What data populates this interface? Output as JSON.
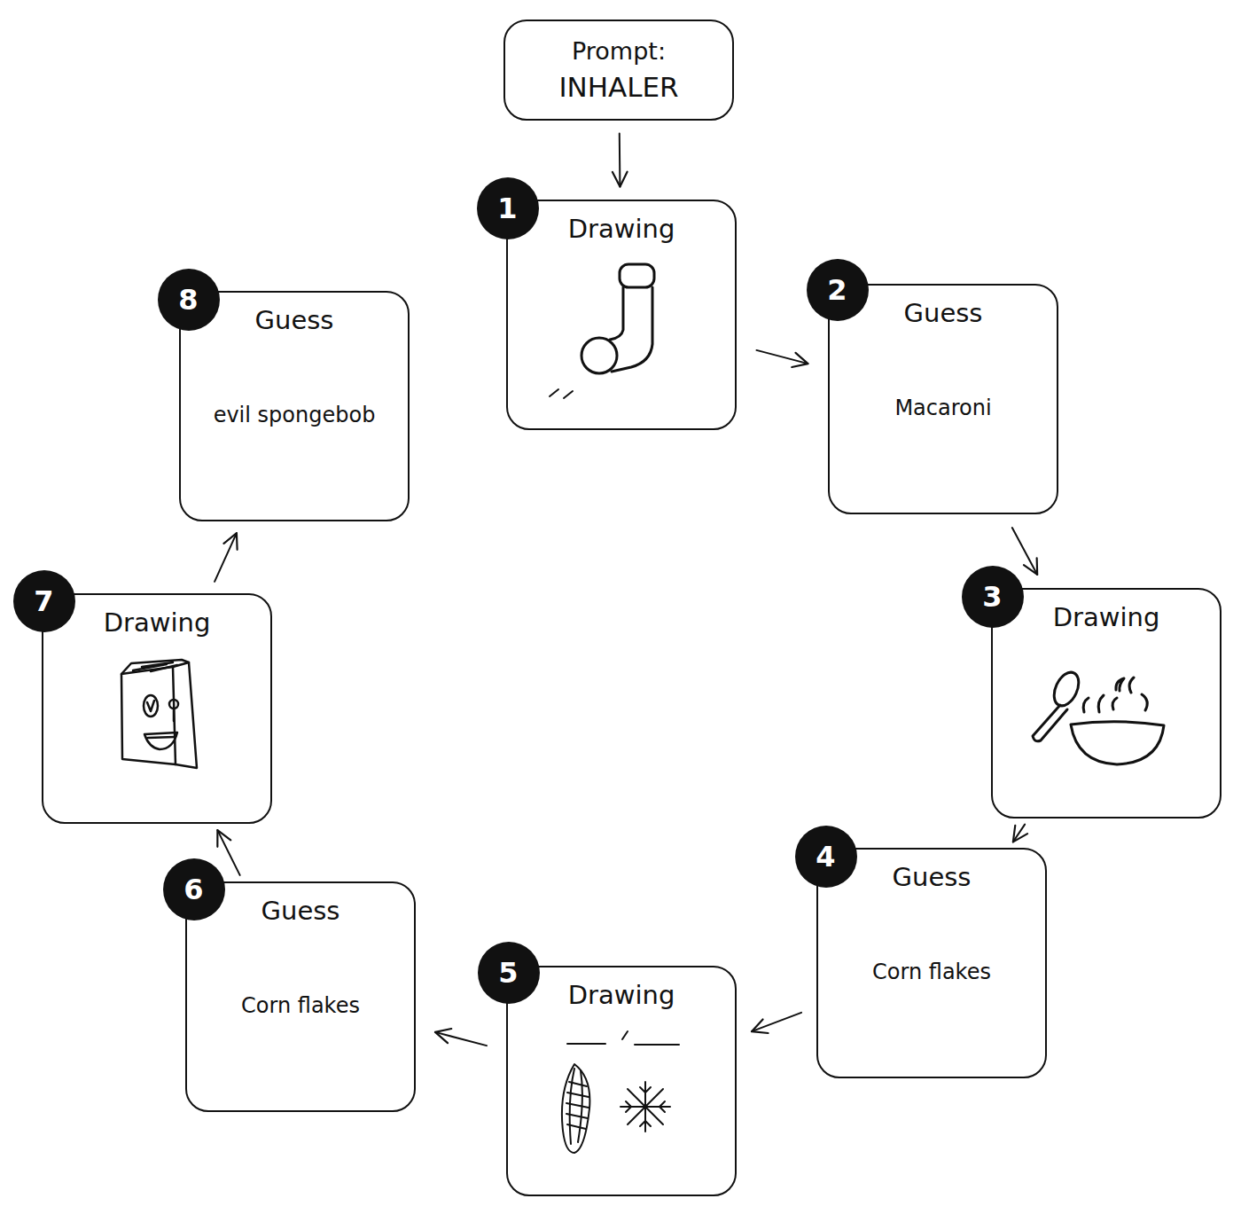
{
  "diagram": {
    "nodes": [
      {
        "text": [
          "Prompt:",
          "INHALER"
        ]
      },
      {
        "text": [
          "Drawing"
        ]
      },
      {
        "text": [
          "1"
        ],
        "in": 1
      },
      {
        "text": [
          "Guess",
          "Macaroni"
        ]
      },
      {
        "text": [
          "2"
        ],
        "in": 3
      },
      {
        "text": [
          "Drawing"
        ]
      },
      {
        "text": [
          "3"
        ],
        "in": 5
      },
      {
        "text": [
          "Guess",
          "Corn flakes"
        ]
      },
      {
        "text": [
          "4"
        ],
        "in": 7
      },
      {
        "text": [
          "Drawing"
        ]
      },
      {
        "text": [
          "5"
        ],
        "in": 9
      },
      {
        "text": [
          "Guess",
          "Corn flakes"
        ]
      },
      {
        "text": [
          "6"
        ],
        "in": 11
      },
      {
        "text": [
          "Drawing"
        ]
      },
      {
        "text": [
          "7"
        ],
        "in": 13
      },
      {
        "text": [
          "Guess",
          "evil spongebob"
        ]
      },
      {
        "text": [
          "8"
        ],
        "in": 15
      }
    ],
    "edges": [
      {
        "from": 0,
        "to": 1,
        "arrow": "to"
      },
      {
        "from": 1,
        "to": 3,
        "arrow": "to"
      },
      {
        "from": 3,
        "to": 5,
        "arrow": "to"
      },
      {
        "from": 5,
        "to": 7,
        "arrow": "to"
      },
      {
        "from": 7,
        "to": 9,
        "arrow": "to"
      },
      {
        "from": 9,
        "to": 11,
        "arrow": "to"
      },
      {
        "from": 11,
        "to": 13,
        "arrow": "to"
      },
      {
        "from": 13,
        "to": 15,
        "arrow": "to"
      }
    ]
  }
}
